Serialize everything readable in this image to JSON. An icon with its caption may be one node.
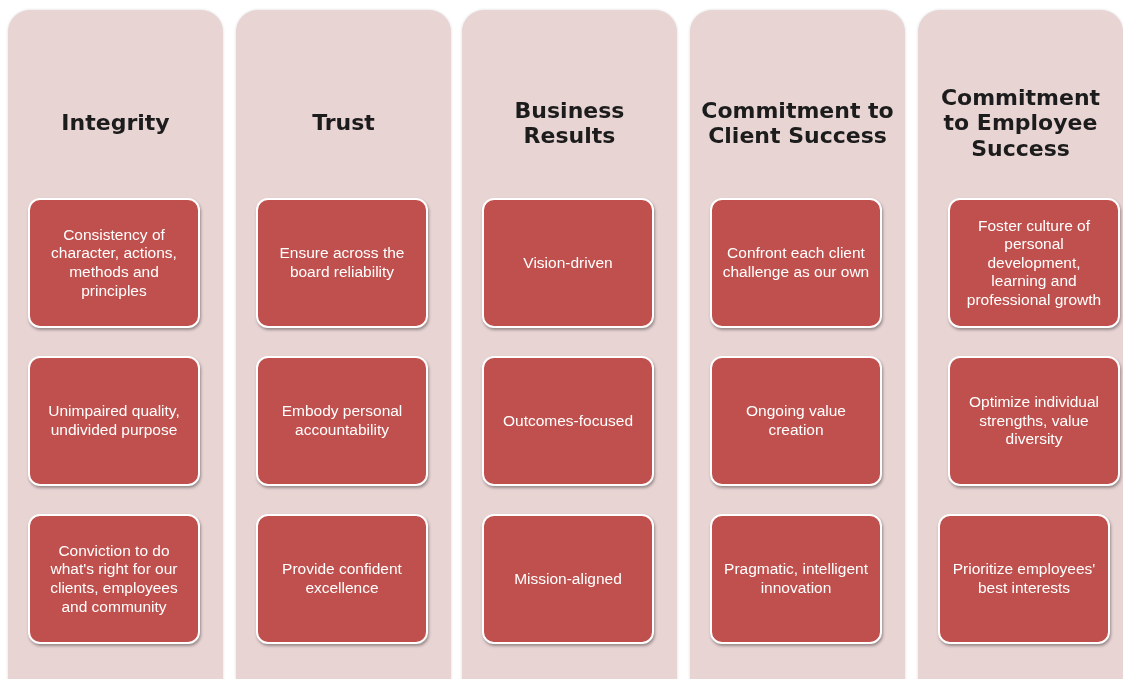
{
  "diagram": {
    "nodes": [
      {
        "text": [
          "Integrity"
        ]
      },
      {
        "text": [
          "Consistency of character, actions, methods and principles"
        ],
        "in": 0
      },
      {
        "text": [
          "Unimpaired quality, undivided purpose"
        ],
        "in": 0
      },
      {
        "text": [
          "Conviction to do what's right for our clients, employees and community"
        ],
        "in": 0
      },
      {
        "text": [
          "Trust"
        ]
      },
      {
        "text": [
          "Ensure across the board reliability"
        ],
        "in": 4
      },
      {
        "text": [
          "Embody personal accountability"
        ],
        "in": 4
      },
      {
        "text": [
          "Provide confident excellence"
        ],
        "in": 4
      },
      {
        "text": [
          "Business Results"
        ]
      },
      {
        "text": [
          "Vision-driven"
        ],
        "in": 8
      },
      {
        "text": [
          "Outcomes-focused"
        ],
        "in": 8
      },
      {
        "text": [
          "Mission-aligned"
        ],
        "in": 8
      },
      {
        "text": [
          "Commitment to Client Success"
        ]
      },
      {
        "text": [
          "Confront each client challenge as our own"
        ],
        "in": 12
      },
      {
        "text": [
          "Ongoing value creation"
        ],
        "in": 12
      },
      {
        "text": [
          "Pragmatic, intelligent innovation"
        ],
        "in": 12
      },
      {
        "text": [
          "Commitment to Employee Success"
        ]
      },
      {
        "text": [
          "Foster culture of personal development, learning and professional growth"
        ],
        "in": 16
      },
      {
        "text": [
          "Optimize individual strengths, value diversity"
        ],
        "in": 16
      },
      {
        "text": [
          "Prioritize employees' best interests"
        ],
        "in": 16
      }
    ]
  }
}
